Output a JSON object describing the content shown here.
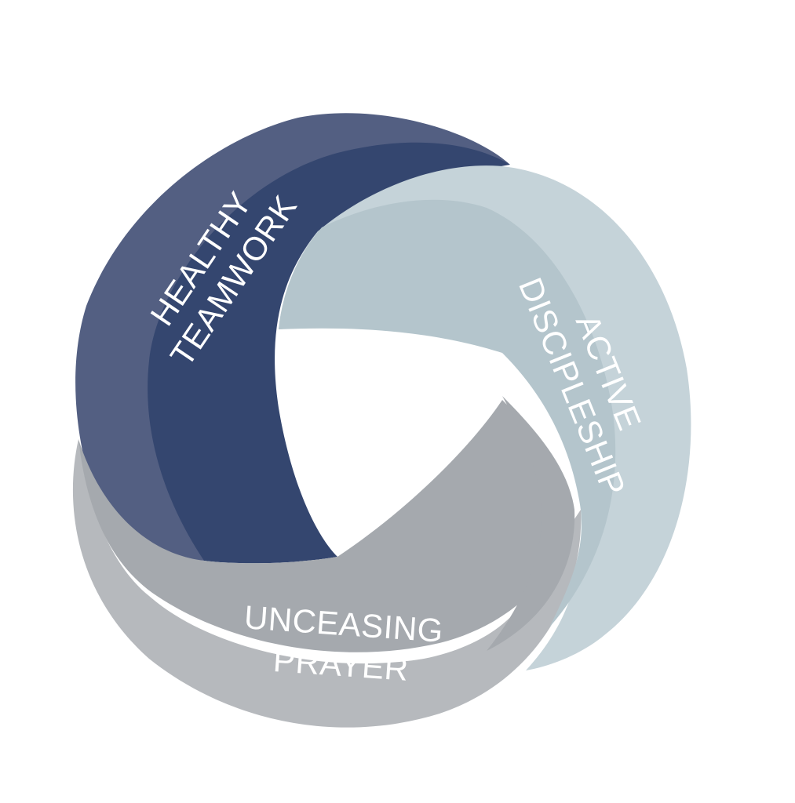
{
  "diagram": {
    "bands": [
      {
        "id": "healthy-teamwork",
        "lines": [
          "HEALTHY",
          "TEAMWORK"
        ],
        "color": "#34466f",
        "outer_color": "#535f82"
      },
      {
        "id": "active-discipleship",
        "lines": [
          "ACTIVE",
          "DISCIPLESHIP"
        ],
        "color": "#b5c6cd",
        "outer_color": "#c5d3d9"
      },
      {
        "id": "unceasing-prayer",
        "lines": [
          "UNCEASING",
          "PRAYER"
        ],
        "color": "#a5a9ae",
        "outer_color": "#b6b9bd"
      }
    ]
  }
}
